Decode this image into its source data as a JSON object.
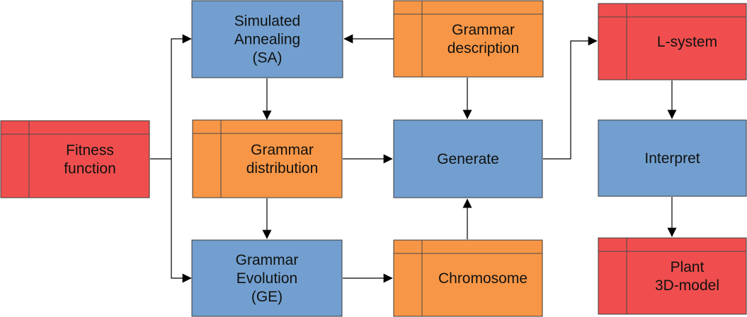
{
  "colors": {
    "process": "#729fcf",
    "data_orange": "#f79646",
    "data_red": "#f04e4e",
    "edge": "#000000"
  },
  "nodes": {
    "sa": {
      "lines": [
        "Simulated",
        "Annealing",
        "(SA)"
      ]
    },
    "grammar_description": {
      "lines": [
        "Grammar",
        "description"
      ]
    },
    "l_system": {
      "lines": [
        "L-system"
      ]
    },
    "fitness_function": {
      "lines": [
        "Fitness",
        "function"
      ]
    },
    "grammar_distribution": {
      "lines": [
        "Grammar",
        "distribution"
      ]
    },
    "generate": {
      "lines": [
        "Generate"
      ]
    },
    "interpret": {
      "lines": [
        "Interpret"
      ]
    },
    "ge": {
      "lines": [
        "Grammar",
        "Evolution",
        "(GE)"
      ]
    },
    "chromosome": {
      "lines": [
        "Chromosome"
      ]
    },
    "plant_model": {
      "lines": [
        "Plant",
        "3D-model"
      ]
    }
  }
}
